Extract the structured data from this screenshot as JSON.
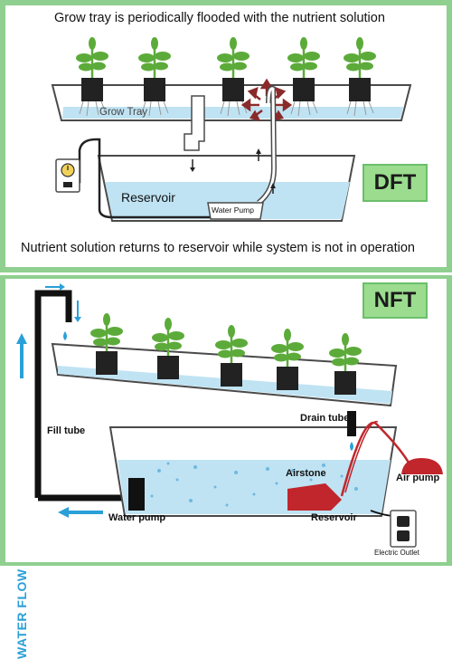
{
  "dft": {
    "caption_top": "Grow tray is periodically flooded with the nutrient solution",
    "caption_bottom": "Nutrient solution returns to reservoir while system is not in operation",
    "tag": "DFT",
    "labels": {
      "grow_tray": "Grow Tray",
      "reservoir": "Reservoir",
      "water_pump": "Water Pump"
    }
  },
  "nft": {
    "tag": "NFT",
    "labels": {
      "water_flow": "WATER FLOW",
      "fill_tube": "Fill tube",
      "drain_tube": "Drain tube",
      "airstone": "Airstone",
      "air_pump": "Air pump",
      "water_pump": "Water pump",
      "reservoir": "Reservoir",
      "electric_outlet": "Electric Outlet"
    }
  },
  "colors": {
    "panel_green": "#8fcf8f",
    "tag_green": "#9bdc8f",
    "water_blue": "#bfe3f3",
    "flow_blue": "#2aa0d8",
    "pump_red": "#c0262c",
    "plant_green": "#5cab3a"
  }
}
